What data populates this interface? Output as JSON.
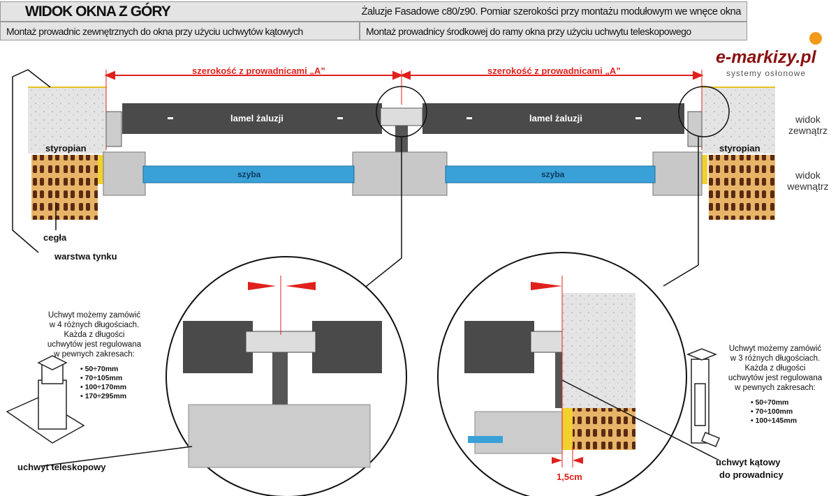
{
  "header": {
    "title": "WIDOK OKNA Z GÓRY",
    "subtitle": "Żaluzje Fasadowe c80/z90.  Pomiar szerokości przy montażu modułowym we wnęce okna",
    "left_caption": "Montaż prowadnic zewnętrznych do okna przy użyciu uchwytów kątowych",
    "right_caption": "Montaż prowadnicy środkowej do ramy okna przy użyciu uchwytu teleskopowego"
  },
  "logo": {
    "name": "e-markizy.pl",
    "tagline": "systemy osłonowe"
  },
  "diagram": {
    "width_label_left": "szerokość z prowadnicami „A”",
    "width_label_right": "szerokość z prowadnicami „A”",
    "lamel_left": "lamel żaluzji",
    "lamel_right": "lamel żaluzji",
    "glass_left": "szyba",
    "glass_right": "szyba",
    "styrofoam_left": "styropian",
    "styrofoam_right": "styropian",
    "brick": "cegła",
    "plaster": "warstwa tynku",
    "view_outside": "widok zewnątrz",
    "view_inside": "widok wewnątrz",
    "telescopic_label": "uchwyt teleskopowy",
    "angle_label_1": "uchwyt kątowy",
    "angle_label_2": "do prowadnicy",
    "offset": "1,5cm"
  },
  "telescopic_note": {
    "lines": [
      "Uchwyt możemy zamówić",
      "w 4 różnych długościach.",
      "Każda z długości",
      "uchwytów jest regulowana",
      "w pewnych zakresach:"
    ],
    "ranges": [
      "• 50÷70mm",
      "• 70÷105mm",
      "• 100÷170mm",
      "• 170÷295mm"
    ]
  },
  "angle_note": {
    "lines": [
      "Uchwyt możemy zamówić",
      "w 3 różnych długościach.",
      "Każda z długości",
      "uchwytów jest regulowana",
      "w pewnych zakresach:"
    ],
    "ranges": [
      "• 50÷70mm",
      "• 70÷100mm",
      "• 100÷145mm"
    ]
  },
  "colors": {
    "red": "#e0201c",
    "glass": "#3aa0d8",
    "lamel": "#4a4a4a",
    "brick": "#e8b060",
    "concrete": "#e6e6e6"
  }
}
